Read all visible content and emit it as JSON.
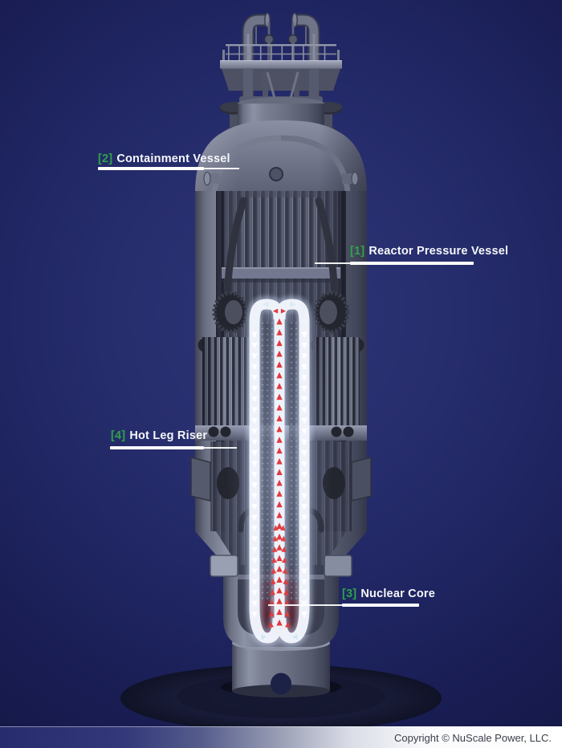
{
  "callouts": {
    "reactor_pressure_vessel": {
      "number": "[1]",
      "name": "Reactor Pressure Vessel"
    },
    "containment_vessel": {
      "number": "[2]",
      "name": "Containment Vessel"
    },
    "nuclear_core": {
      "number": "[3]",
      "name": "Nuclear Core"
    },
    "hot_leg_riser": {
      "number": "[4]",
      "name": "Hot Leg Riser"
    }
  },
  "footer": {
    "copyright": "Copyright © NuScale Power, LLC."
  },
  "flow_indicators": [
    {
      "icon": "hot-flow-up-arrow-icon",
      "direction": "up",
      "color": "#e03a3e"
    },
    {
      "icon": "cold-flow-down-arrow-icon",
      "direction": "down",
      "color": "#ffffff"
    }
  ],
  "colors": {
    "background_navy": "#1d2260",
    "callout_number_green": "#2fa24c",
    "callout_text_white": "#ffffff",
    "hot_flow_red": "#e03a3e",
    "cold_flow_white": "#f2f6ff",
    "vessel_metal_gray": "#6c7184",
    "core_maroon": "#5a2433",
    "footer_text_dark": "#3a3d48"
  }
}
